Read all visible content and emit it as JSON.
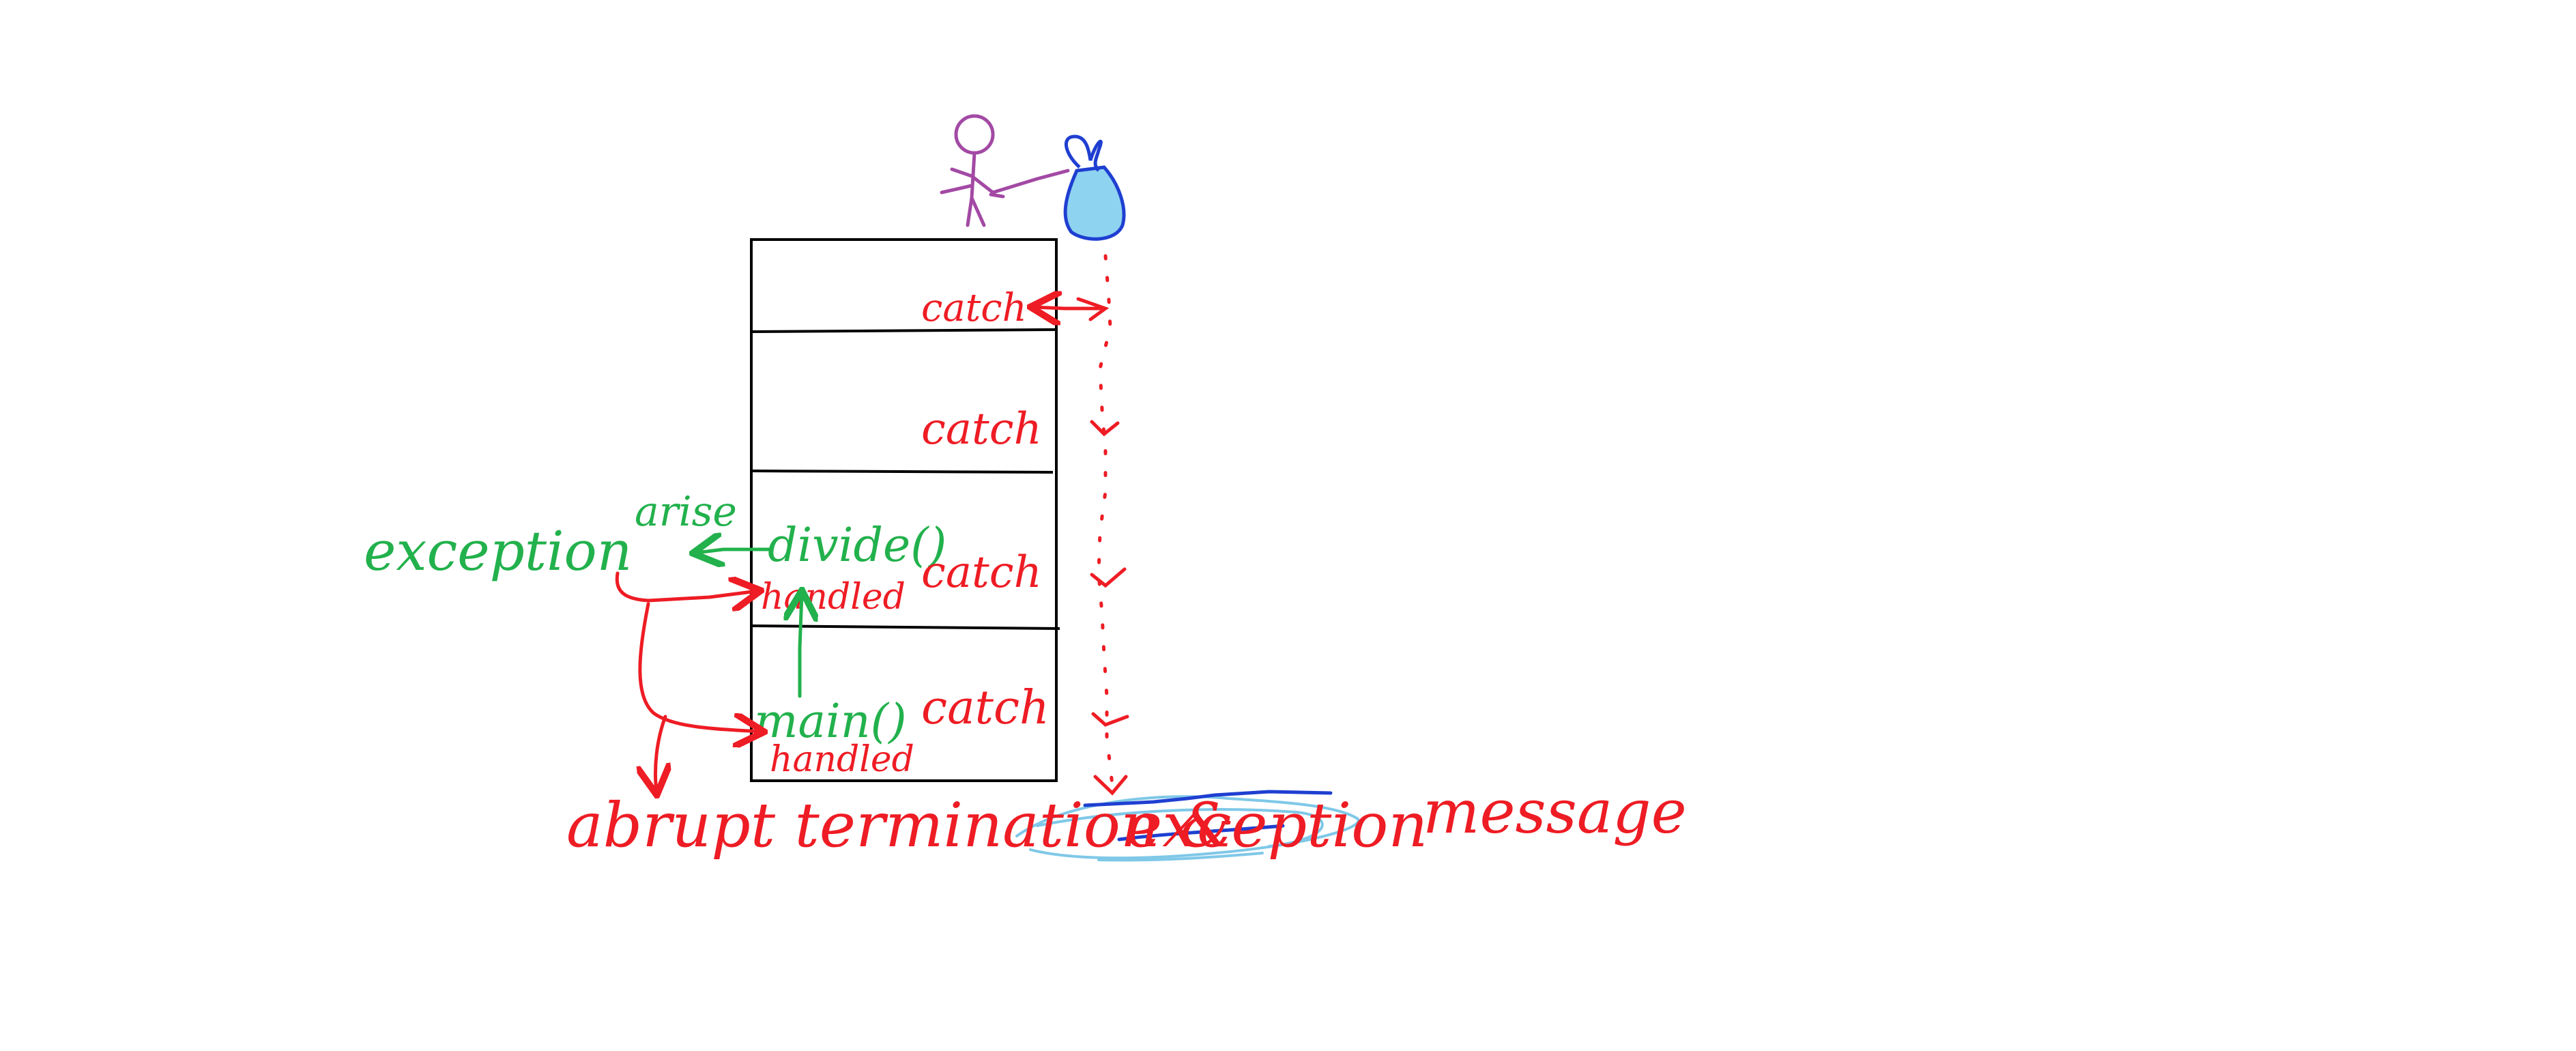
{
  "colors": {
    "red": "#ee1c24",
    "green": "#22b14c",
    "purple": "#a349a4",
    "blue": "#1f3fd1",
    "bag_fill": "#8ed3f0",
    "ink": "#000000",
    "light_blue": "#7fc8e8"
  },
  "stack_frames": [
    {
      "catch_label": "catch"
    },
    {
      "catch_label": "catch"
    },
    {
      "method_label": "divide()",
      "catch_label": "catch",
      "handled_label": "handled"
    },
    {
      "method_label": "main()",
      "catch_label": "catch",
      "handled_label": "handled"
    }
  ],
  "annotations": {
    "exception": "exception",
    "arise": "arise",
    "abrupt_termination": "abrupt termination &",
    "exception_word": "exception",
    "message": "message"
  },
  "icons": {
    "person": "stick-figure-icon",
    "bag": "exception-bag-icon"
  }
}
